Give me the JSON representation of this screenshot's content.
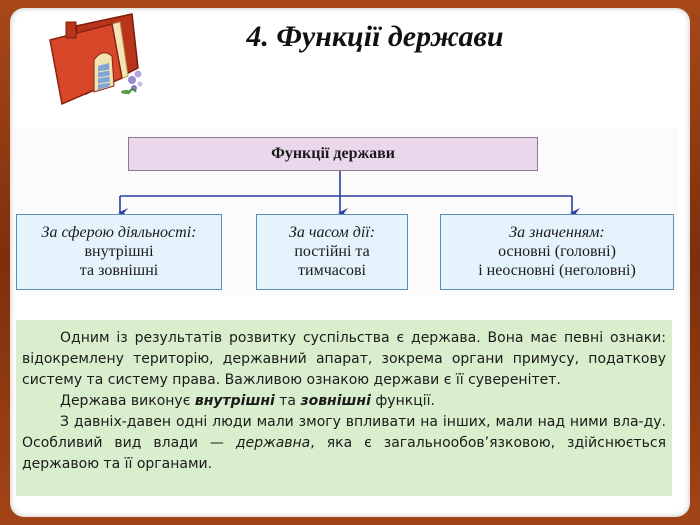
{
  "title": "4. Функції держави",
  "diagram": {
    "root": "Функції держави",
    "branches": [
      {
        "head": "За сферою діяльності:",
        "lines": [
          "внутрішні",
          "та зовнішні"
        ]
      },
      {
        "head": "За часом дії:",
        "lines": [
          "постійні та",
          "тимчасові"
        ]
      },
      {
        "head": "За значенням:",
        "lines": [
          "основні (головні)",
          "і неосновні (неголовні)"
        ]
      }
    ]
  },
  "text": {
    "p1": "Одним із результатів розвитку суспільства є держава. Вона має певні ознаки: відокремлену територію, державний апарат, зокрема органи примусу, податкову систему та систему права. Важливою ознакою держави є її суверенітет.",
    "p2_before": "Держава виконує ",
    "p2_internal": "внутрішні",
    "p2_and": " та ",
    "p2_external": "зовнішні",
    "p2_after": " функції.",
    "p3_before": "З давніх-давен одні люди мали змогу впливати на інших, мали над ними вла-ду. Особливий вид влади — ",
    "p3_italic": "державна",
    "p3_after": ", яка є загальнообов’язковою, здійснюється державою та її органами."
  },
  "colors": {
    "frame": "#8a3a10",
    "root_fill": "#ead7ec",
    "leaf_fill": "#e5f3fc",
    "leaf_border": "#5a8fb8",
    "arrow": "#2b3f9c",
    "text_panel": "#d9eecc"
  },
  "icons": [
    "book-house-icon"
  ]
}
